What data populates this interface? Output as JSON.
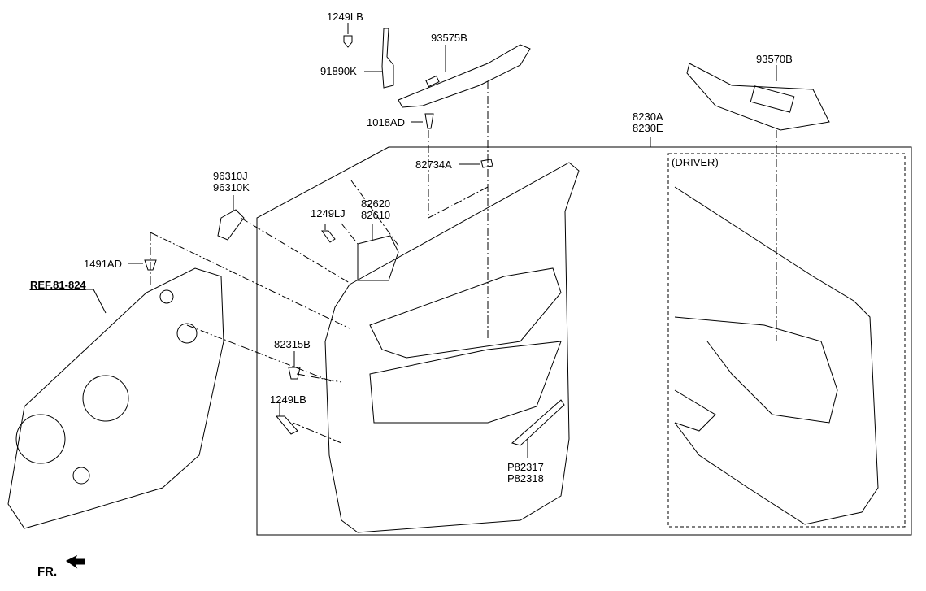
{
  "labels": {
    "screw_top": "1249LB",
    "switch_bezel_passenger": "93575B",
    "wiring": "91890K",
    "screw_1018": "1018AD",
    "switch_bezel_driver": "93570B",
    "panel_a": "8230A",
    "panel_e": "8230E",
    "driver": "(DRIVER)",
    "clip_82734": "82734A",
    "speaker_j": "96310J",
    "speaker_k": "96310K",
    "handle_82620": "82620",
    "handle_82610": "82610",
    "screw_1249lj": "1249LJ",
    "clip_1491": "1491AD",
    "ref": "REF.81-824",
    "clip_82315": "82315B",
    "screw_bottom": "1249LB",
    "pad_82317": "P82317",
    "pad_82318": "P82318",
    "front": "FR."
  }
}
